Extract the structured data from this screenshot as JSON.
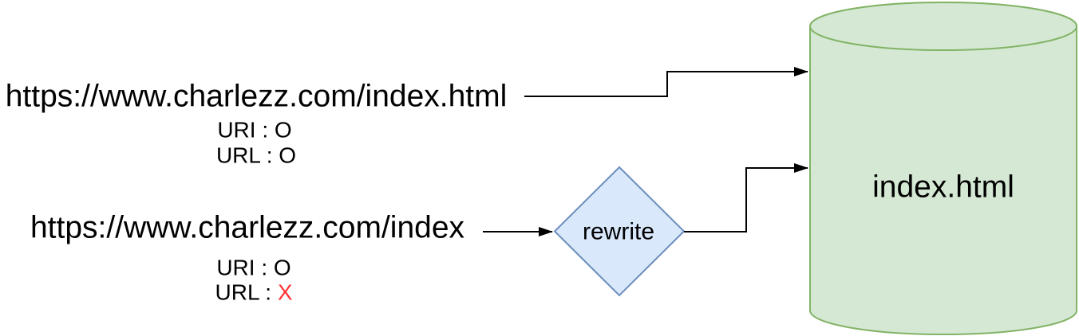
{
  "diagram": {
    "requests": [
      {
        "url": "https://www.charlezz.com/index.html",
        "uri_status": "URI : O",
        "url_status_label": "URL : ",
        "url_status_value": "O",
        "url_status_value_color": "#000000"
      },
      {
        "url": "https://www.charlezz.com/index",
        "uri_status": "URI : O",
        "url_status_label": "URL : ",
        "url_status_value": "X",
        "url_status_value_color": "#ff3333"
      }
    ],
    "rewrite_node": {
      "label": "rewrite",
      "fill": "#dae8fc",
      "stroke": "#6c8ebf"
    },
    "database_node": {
      "label": "index.html",
      "fill": "#d5e8d4",
      "stroke": "#82b366"
    },
    "colors": {
      "arrow": "#000000",
      "text": "#000000"
    }
  }
}
